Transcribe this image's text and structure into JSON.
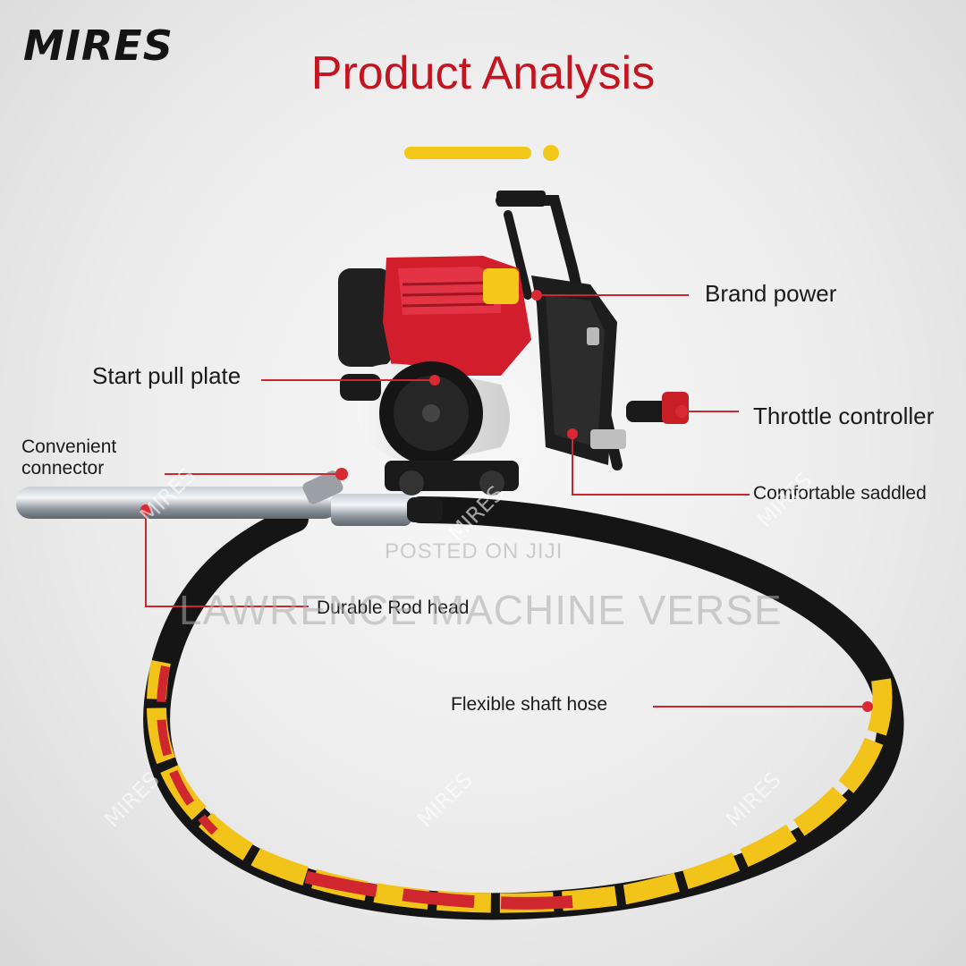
{
  "brand": "MIRES",
  "title": "Product Analysis",
  "labels": {
    "brand_power": "Brand power",
    "start_pull_plate": "Start pull plate",
    "throttle_controller": "Throttle controller",
    "convenient_connector_line1": "Convenient",
    "convenient_connector_line2": "connector",
    "comfortable_saddled": "Comfortable saddled",
    "durable_rod_head": "Durable Rod head",
    "flexible_shaft_hose": "Flexible shaft hose"
  },
  "watermarks": {
    "mires": "MIRES",
    "posted": "POSTED ON JIJI",
    "seller": "LAWRENCE MACHINE VERSE"
  },
  "colors": {
    "title_red": "#c3141f",
    "engine_red": "#d11d2c",
    "hose_yellow": "#f2c318",
    "leader_red": "#c8282e",
    "pointer_dot_yellow": "#f3c81a"
  }
}
